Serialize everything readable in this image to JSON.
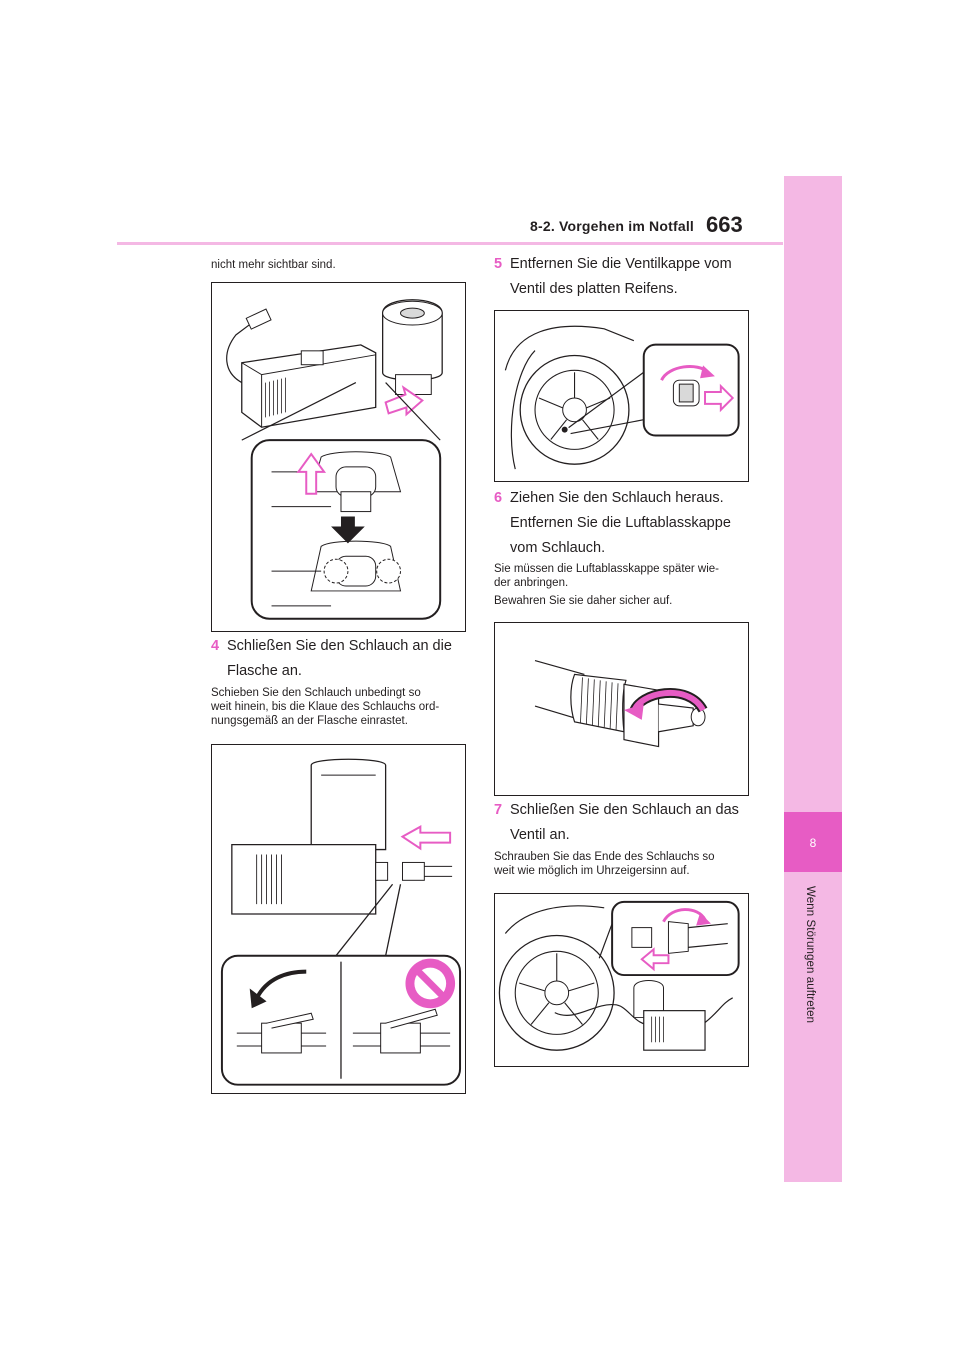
{
  "header": {
    "section_title": "8-2. Vorgehen im Notfall",
    "page_number": "663"
  },
  "sidebar": {
    "chapter_number": "8",
    "chapter_title": "Wenn Störungen auftreten"
  },
  "left_column": {
    "intro_text": "nicht mehr sichtbar sind.",
    "step4": {
      "number": "4",
      "line1": "Schließen Sie den Schlauch an die",
      "line2": "Flasche an.",
      "note_lines": [
        "Schieben Sie den Schlauch unbedingt so",
        "weit hinein, bis die Klaue des Schlauchs ord-",
        "nungsgemäß an der Flasche einrastet."
      ]
    }
  },
  "right_column": {
    "step5": {
      "number": "5",
      "line1": "Entfernen Sie die Ventilkappe vom",
      "line2": "Ventil des platten Reifens."
    },
    "step6": {
      "number": "6",
      "line1": "Ziehen Sie den Schlauch heraus.",
      "line2": "Entfernen Sie die Luftablasskappe",
      "line3": "vom Schlauch.",
      "note_lines": [
        "Sie müssen die Luftablasskappe später wie-",
        "der anbringen.",
        "Bewahren Sie sie daher sicher auf."
      ]
    },
    "step7": {
      "number": "7",
      "line1": "Schließen Sie den Schlauch an das",
      "line2": "Ventil an.",
      "note_lines": [
        "Schrauben Sie das Ende des Schlauchs so",
        "weit wie möglich im Uhrzeigersinn auf."
      ]
    }
  },
  "colors": {
    "accent_pink": "#e75cc4",
    "light_pink": "#f4b8e4",
    "prohibition_red": "#e75cc4"
  }
}
